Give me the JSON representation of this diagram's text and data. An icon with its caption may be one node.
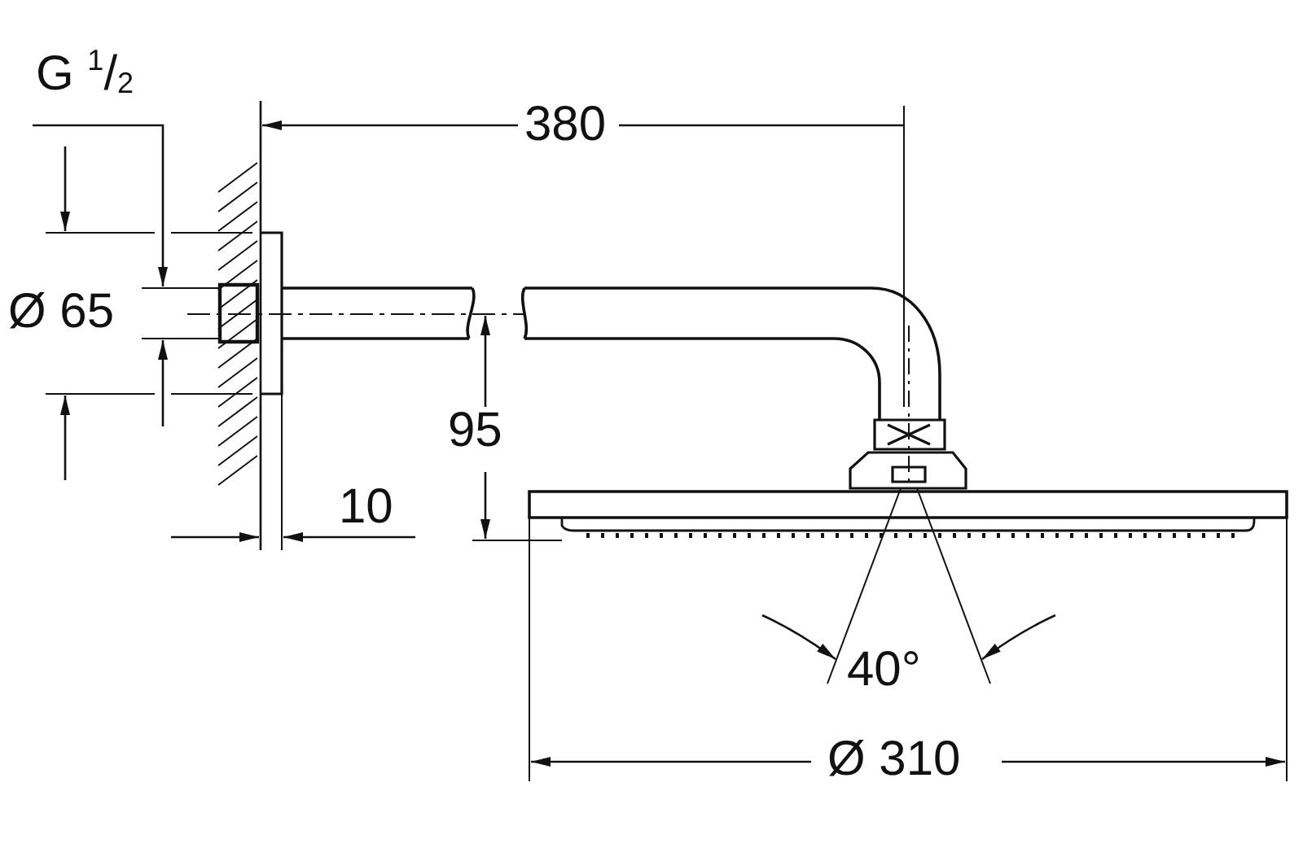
{
  "diagram": {
    "labels": [
      "G $^{1}$/$_{2}$",
      "Ø 65",
      "380",
      "95",
      "10",
      "40°",
      "Ø 310"
    ]
  }
}
